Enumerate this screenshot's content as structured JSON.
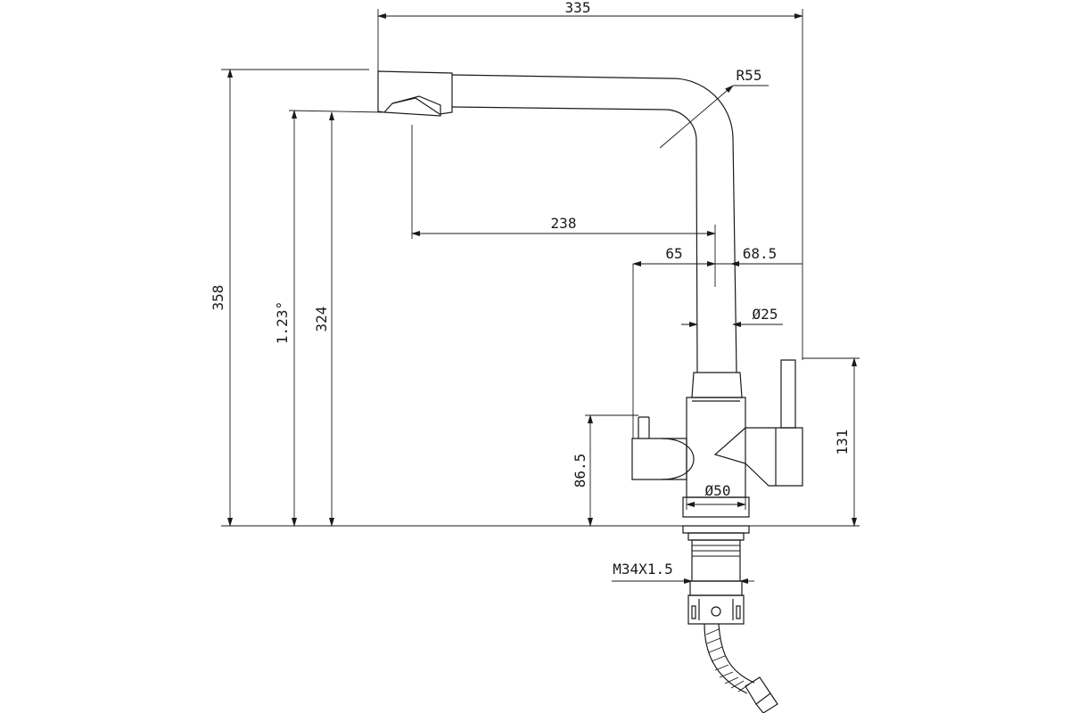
{
  "dimensions": {
    "overall_width": "335",
    "bend_radius": "R55",
    "reach": "238",
    "offset_left": "65",
    "offset_right": "68.5",
    "spout_diameter": "Ø25",
    "overall_height": "358",
    "spout_angle": "1.23°",
    "outlet_height": "324",
    "left_handle_height": "86.5",
    "body_diameter": "Ø50",
    "right_handle_height": "131",
    "thread": "M34X1.5"
  },
  "colors": {
    "line": "#1a1a1a",
    "background": "#ffffff"
  }
}
